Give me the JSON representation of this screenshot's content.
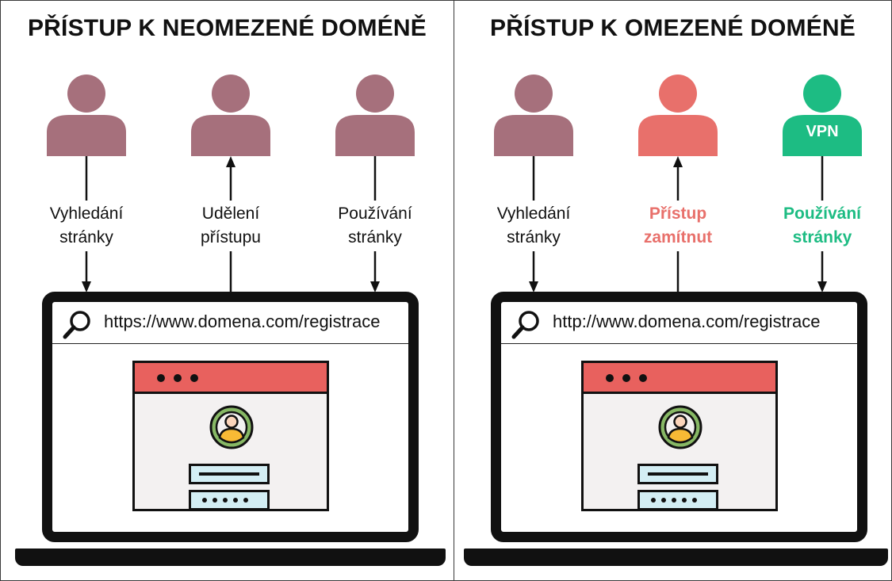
{
  "left": {
    "title": "PŘÍSTUP K NEOMEZENÉ DOMÉNĚ",
    "labels": [
      {
        "line1": "Vyhledání",
        "line2": "stránky"
      },
      {
        "line1": "Udělení",
        "line2": "přístupu"
      },
      {
        "line1": "Používání",
        "line2": "stránky"
      }
    ],
    "url": "https://www.domena.com/registrace"
  },
  "right": {
    "title": "PŘÍSTUP K OMEZENÉ DOMÉNĚ",
    "labels": [
      {
        "line1": "Vyhledání",
        "line2": "stránky"
      },
      {
        "line1": "Přístup",
        "line2": "zamítnut"
      },
      {
        "line1": "Používání",
        "line2": "stránky"
      }
    ],
    "vpn_label": "VPN",
    "url": "http://www.domena.com/registrace"
  },
  "colors": {
    "user": "#a6707c",
    "denied": "#e8706b",
    "vpn": "#1dbc83",
    "window_header": "#e8615e",
    "field_fill": "#d3eef4",
    "avatar_ring": "#87b865",
    "avatar_face": "#fbd5bb",
    "avatar_body": "#f8ba35"
  },
  "icons": [
    "user-icon",
    "search-icon",
    "login-avatar-icon"
  ]
}
